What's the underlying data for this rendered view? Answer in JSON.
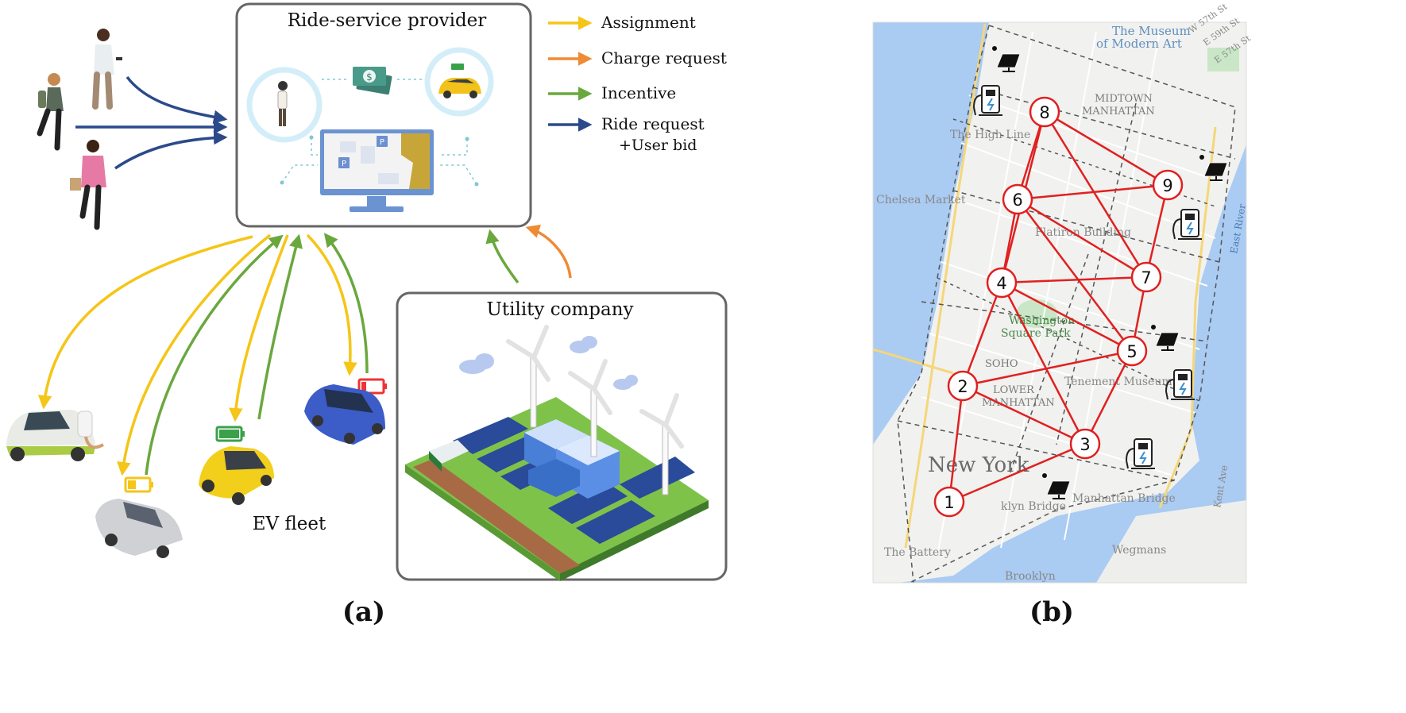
{
  "panel_a": {
    "label": "(a)",
    "provider_title": "Ride-service provider",
    "utility_title": "Utility company",
    "fleet_label": "EV fleet",
    "legend": {
      "assignment": "Assignment",
      "charge": "Charge request",
      "incentive": "Incentive",
      "ride_line1": "Ride request",
      "ride_line2": "+User bid"
    },
    "colors": {
      "assignment": "#f5c518",
      "charge": "#ef8a35",
      "incentive": "#6aa83e",
      "ride": "#2b4a8a"
    }
  },
  "panel_b": {
    "label": "(b)",
    "map_labels": {
      "museum": "The Museum\nof Modern Art",
      "midtown": "MIDTOWN\nMANHATTAN",
      "highline": "The High Line",
      "chelsea": "Chelsea Market",
      "flatiron": "Flatiron Building",
      "washington": "Washington\nSquare Park",
      "soho": "SOHO",
      "lower_manhattan": "LOWER\nMANHATTAN",
      "tenement": "Tenement Museum",
      "newyork": "New York",
      "brooklyn_bridge": "Brooklyn Bridge",
      "manhattan_bridge": "Manhattan Bridge",
      "battery": "The Battery",
      "wegmans": "Wegmans",
      "brooklyn": "Brooklyn",
      "east_river": "East River",
      "kent_ave": "Kent Ave",
      "e59": "E 59th St",
      "e57": "E 57th St",
      "w57": "W 57th St"
    },
    "node_labels": [
      "1",
      "2",
      "3",
      "4",
      "5",
      "6",
      "7",
      "8",
      "9"
    ],
    "colors": {
      "graph": "#e02020",
      "water": "#aacbf2",
      "land": "#f1f1ef",
      "park": "#c9e7c6"
    }
  }
}
